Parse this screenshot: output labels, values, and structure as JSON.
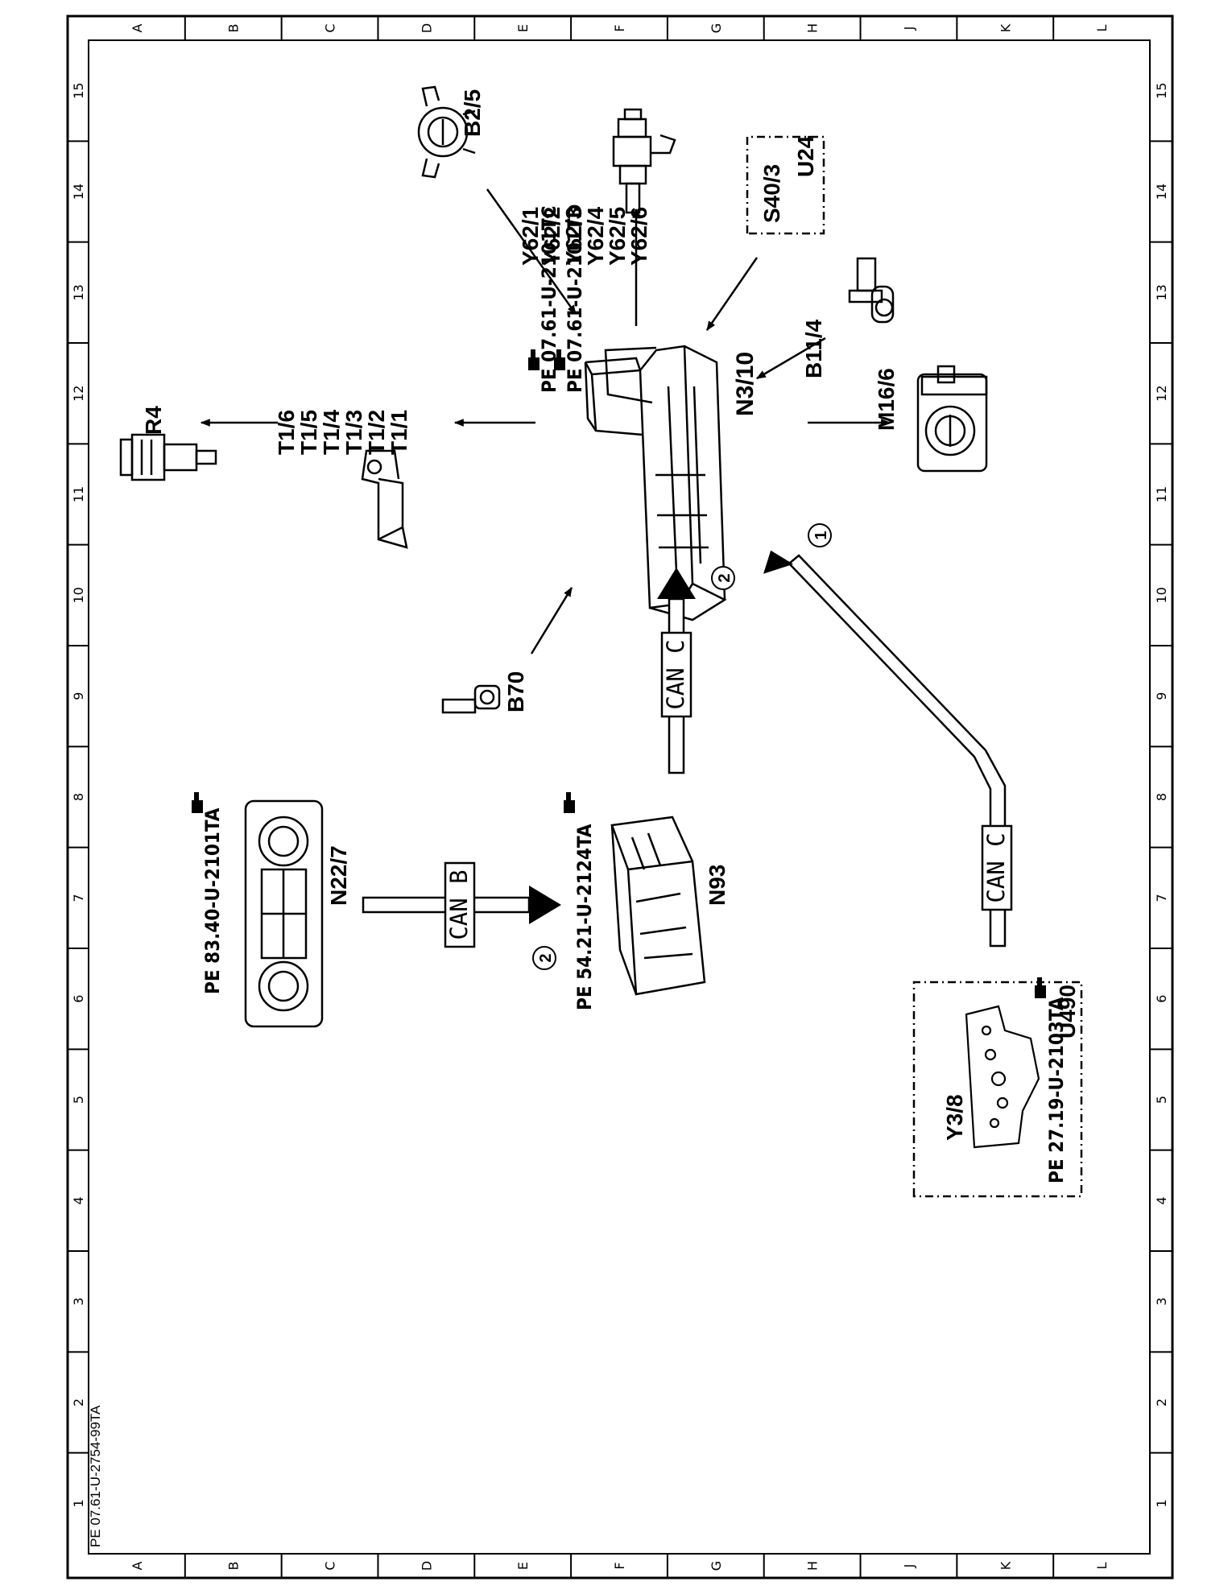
{
  "grid": {
    "letters": [
      "L",
      "K",
      "J",
      "H",
      "G",
      "F",
      "E",
      "D",
      "C",
      "B",
      "A"
    ],
    "numbers": [
      "1",
      "2",
      "3",
      "4",
      "5",
      "6",
      "7",
      "8",
      "9",
      "10",
      "11",
      "12",
      "13",
      "14",
      "15"
    ]
  },
  "components": {
    "n3_10": {
      "code": "N3/10",
      "refs": [
        "PE  07.61-U-2101TC",
        "PE  07.61-U-2101TD"
      ]
    },
    "b2_5": {
      "code": "B2/5"
    },
    "y62": {
      "codes": [
        "Y62/1",
        "Y62/2",
        "Y62/3",
        "Y62/4",
        "Y62/5",
        "Y62/6"
      ]
    },
    "u24": {
      "codes": [
        "U24",
        "S40/3"
      ]
    },
    "b11_4": {
      "code": "B11/4"
    },
    "m16_6": {
      "code": "M16/6"
    },
    "t1": {
      "codes": [
        "T1/1",
        "T1/2",
        "T1/3",
        "T1/4",
        "T1/5",
        "T1/6"
      ]
    },
    "r4": {
      "code": "R4"
    },
    "b70": {
      "code": "B70"
    },
    "n93": {
      "code": "N93",
      "ref": "PE  54.21-U-2124TA"
    },
    "n22_7": {
      "code": "N22/7",
      "ref": "PE  83.40-U-2101TA"
    },
    "u490": {
      "code": "U490",
      "sub": "Y3/8",
      "ref": "PE  27.19-U-2103TA"
    }
  },
  "buses": {
    "can_c_top": "CAN C",
    "can_c_right": "CAN C",
    "can_b": "CAN B",
    "badge_1": "1",
    "badge_2a": "2",
    "badge_2b": "2"
  },
  "document_id": "PE 07.61-U-2754-99TA"
}
